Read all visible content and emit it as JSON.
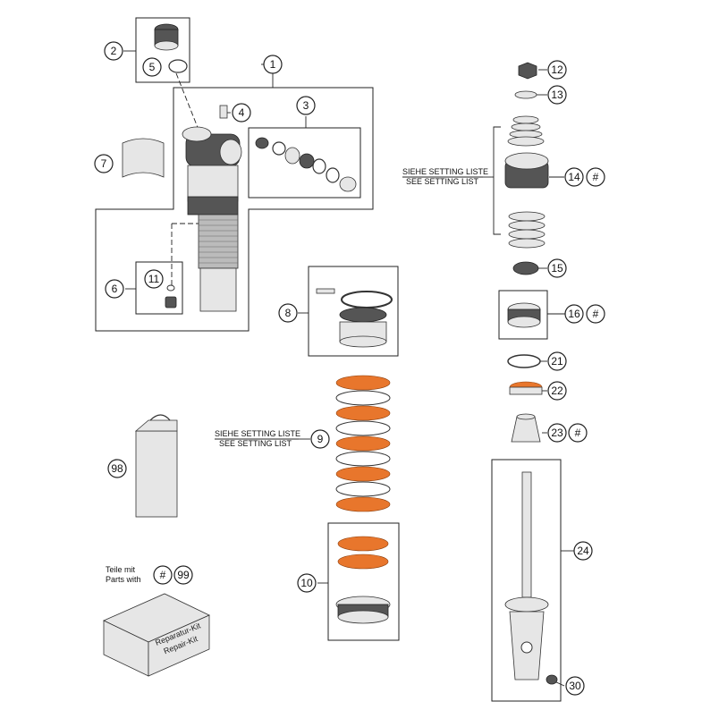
{
  "callouts": {
    "c1": "1",
    "c2": "2",
    "c3": "3",
    "c4": "4",
    "c5": "5",
    "c6": "6",
    "c7": "7",
    "c8": "8",
    "c9": "9",
    "c10": "10",
    "c11": "11",
    "c12": "12",
    "c13": "13",
    "c14": "14",
    "c15": "15",
    "c16": "16",
    "c21": "21",
    "c22": "22",
    "c23": "23",
    "c24": "24",
    "c30": "30",
    "c98": "98",
    "c99": "99",
    "hash14": "#",
    "hash16": "#",
    "hash23": "#",
    "hash99": "#"
  },
  "notes": {
    "setting_de_14": "SIEHE SETTING LISTE",
    "setting_en_14": "SEE SETTING LIST",
    "setting_de_9": "SIEHE SETTING LISTE",
    "setting_en_9": "SEE SETTING LIST",
    "parts_de": "Teile mit",
    "parts_en": "Parts with"
  },
  "kit_labels": {
    "line1": "Reparatur-Kit",
    "line2": "Repair-Kit"
  },
  "colors": {
    "accent_orange": "#e8762c",
    "line": "#222222"
  }
}
